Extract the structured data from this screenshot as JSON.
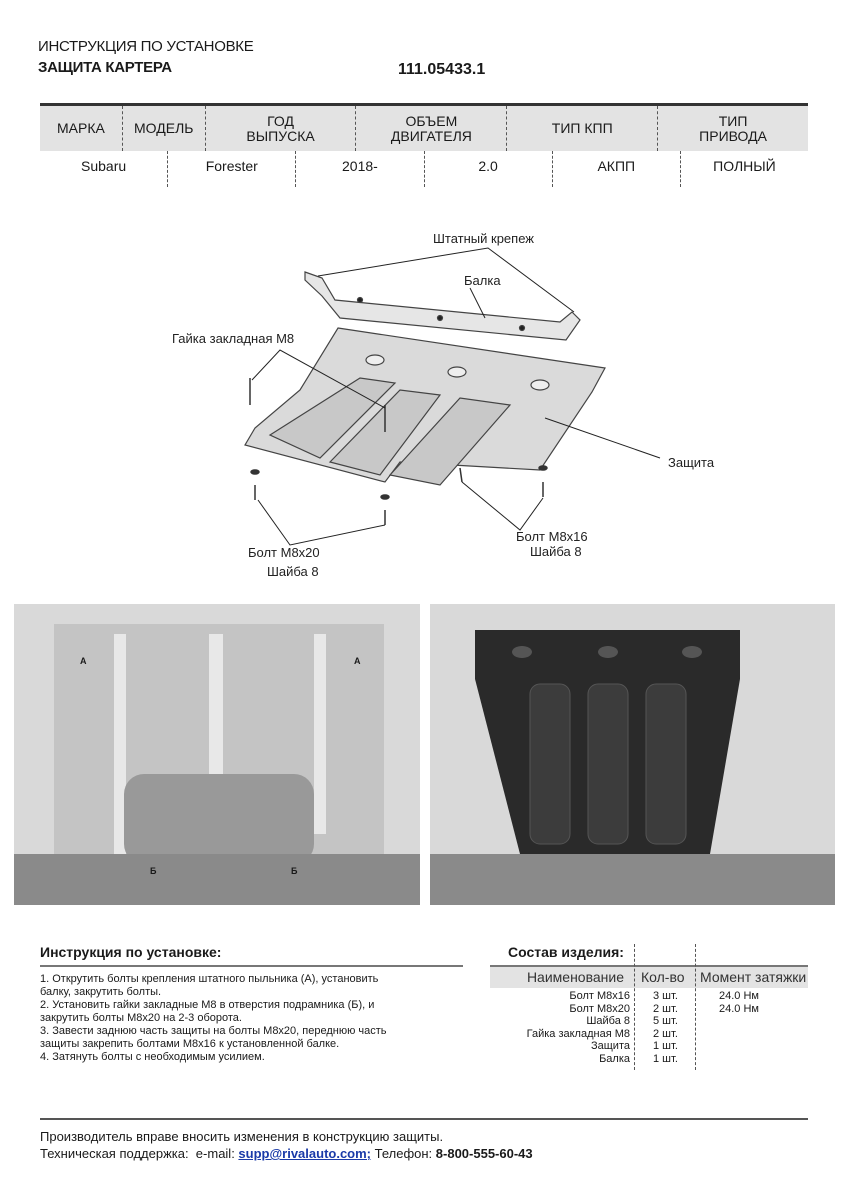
{
  "header": {
    "doc_type": "ИНСТРУКЦИЯ ПО УСТАНОВКЕ",
    "product": "ЗАЩИТА КАРТЕРА",
    "article": "111.05433.1"
  },
  "spec_table": {
    "columns": [
      "МАРКА",
      "МОДЕЛЬ",
      "ГОД ВЫПУСКА",
      "ОБЪЕМ ДВИГАТЕЛЯ",
      "ТИП КПП",
      "ТИП ПРИВОДА"
    ],
    "values": [
      "Subaru",
      "Forester",
      "2018-",
      "2.0",
      "АКПП",
      "ПОЛНЫЙ"
    ]
  },
  "diagram": {
    "labels": {
      "fasteners": "Штатный крепеж",
      "beam": "Балка",
      "nut": "Гайка закладная М8",
      "guard": "Защита",
      "bolt16": "Болт М8х16",
      "washer16": "Шайба 8",
      "bolt20": "Болт М8х20",
      "washer20": "Шайба 8"
    }
  },
  "photos": {
    "marker_a": "А",
    "marker_b": "Б"
  },
  "instructions": {
    "title": "Инструкция по установке:",
    "steps": [
      "1. Открутить болты крепления штатного пыльника (А), установить балку, закрутить болты.",
      "2. Установить гайки закладные М8 в отверстия подрамника (Б), и закрутить болты М8х20 на 2-3 оборота.",
      "3. Завести заднюю часть защиты на болты М8х20, переднюю часть защиты закрепить болтами М8х16 к установленной балке.",
      "4. Затянуть болты с необходимым усилием."
    ]
  },
  "composition": {
    "title": "Состав изделия:",
    "headers": [
      "Наименование",
      "Кол-во",
      "Момент затяжки"
    ],
    "rows": [
      {
        "name": "Болт М8х16",
        "qty": "3 шт.",
        "torque": "24.0 Нм"
      },
      {
        "name": "Болт М8х20",
        "qty": "2 шт.",
        "torque": "24.0 Нм"
      },
      {
        "name": "Шайба 8",
        "qty": "5 шт.",
        "torque": ""
      },
      {
        "name": "Гайка закладная М8",
        "qty": "2 шт.",
        "torque": ""
      },
      {
        "name": "Защита",
        "qty": "1 шт.",
        "torque": ""
      },
      {
        "name": "Балка",
        "qty": "1 шт.",
        "torque": ""
      }
    ]
  },
  "footer": {
    "notice": "Производитель вправе вносить изменения в конструкцию защиты.",
    "support_label": "Техническая поддержка:  e-mail: ",
    "email": "supp@rivalauto.com;",
    "phone_label": " Телефон: ",
    "phone": "8-800-555-60-43"
  }
}
